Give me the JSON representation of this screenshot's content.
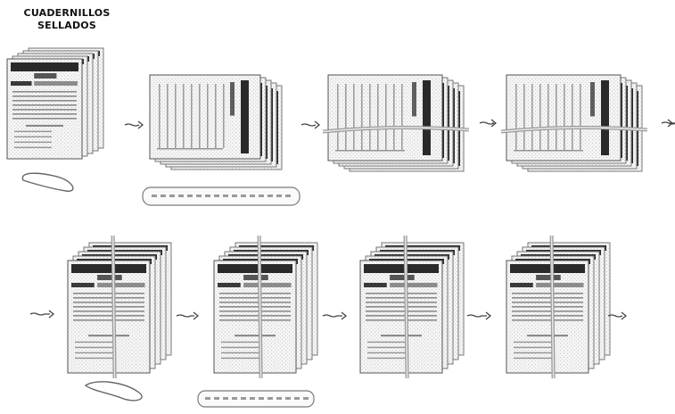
{
  "title": {
    "line1": "CUADERNILLOS",
    "line2": "SELLADOS"
  },
  "colors": {
    "ink": "#3a3a3a",
    "paper": "#f2f2f2",
    "band": "#2a2a2a",
    "edge": "#777777"
  },
  "steps": [
    {
      "orientation": "portrait",
      "strap": "none"
    },
    {
      "orientation": "landscape",
      "strap": "none"
    },
    {
      "orientation": "landscape",
      "strap": "horizontal"
    },
    {
      "orientation": "landscape",
      "strap": "horizontal"
    },
    {
      "orientation": "portrait",
      "strap": "vertical"
    },
    {
      "orientation": "portrait",
      "strap": "vertical"
    },
    {
      "orientation": "portrait",
      "strap": "vertical"
    },
    {
      "orientation": "portrait",
      "strap": "vertical"
    }
  ]
}
